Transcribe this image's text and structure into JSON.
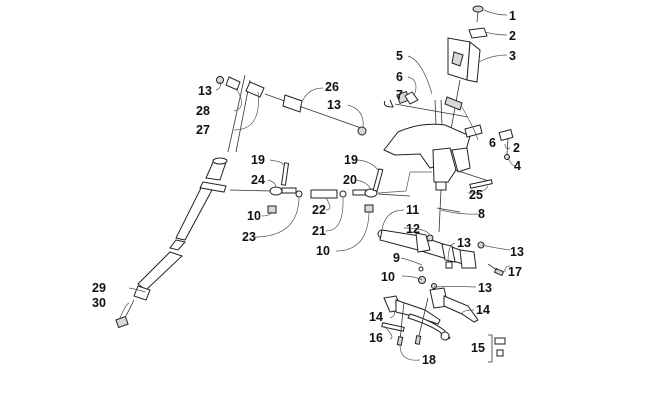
{
  "diagram": {
    "title": "Steering Post Assembly exploded parts diagram",
    "background": "#ffffff",
    "callouts": [
      {
        "id": "c1",
        "label": "1"
      },
      {
        "id": "c2a",
        "label": "2"
      },
      {
        "id": "c3",
        "label": "3"
      },
      {
        "id": "c5",
        "label": "5"
      },
      {
        "id": "c6a",
        "label": "6"
      },
      {
        "id": "c7",
        "label": "7"
      },
      {
        "id": "c2b",
        "label": "2"
      },
      {
        "id": "c6b",
        "label": "6"
      },
      {
        "id": "c4",
        "label": "4"
      },
      {
        "id": "c13a",
        "label": "13"
      },
      {
        "id": "c28",
        "label": "28"
      },
      {
        "id": "c27",
        "label": "27"
      },
      {
        "id": "c26",
        "label": "26"
      },
      {
        "id": "c13b",
        "label": "13"
      },
      {
        "id": "c19a",
        "label": "19"
      },
      {
        "id": "c24",
        "label": "24"
      },
      {
        "id": "c10a",
        "label": "10"
      },
      {
        "id": "c23",
        "label": "23"
      },
      {
        "id": "c22",
        "label": "22"
      },
      {
        "id": "c21",
        "label": "21"
      },
      {
        "id": "c19b",
        "label": "19"
      },
      {
        "id": "c20",
        "label": "20"
      },
      {
        "id": "c10b",
        "label": "10"
      },
      {
        "id": "c25",
        "label": "25"
      },
      {
        "id": "c8",
        "label": "8"
      },
      {
        "id": "c11",
        "label": "11"
      },
      {
        "id": "c12",
        "label": "12"
      },
      {
        "id": "c13c",
        "label": "13"
      },
      {
        "id": "c13d",
        "label": "13"
      },
      {
        "id": "c9",
        "label": "9"
      },
      {
        "id": "c10c",
        "label": "10"
      },
      {
        "id": "c17",
        "label": "17"
      },
      {
        "id": "c13e",
        "label": "13"
      },
      {
        "id": "c14a",
        "label": "14"
      },
      {
        "id": "c14b",
        "label": "14"
      },
      {
        "id": "c16",
        "label": "16"
      },
      {
        "id": "c18",
        "label": "18"
      },
      {
        "id": "c15",
        "label": "15"
      },
      {
        "id": "c29",
        "label": "29"
      },
      {
        "id": "c30",
        "label": "30"
      }
    ]
  }
}
